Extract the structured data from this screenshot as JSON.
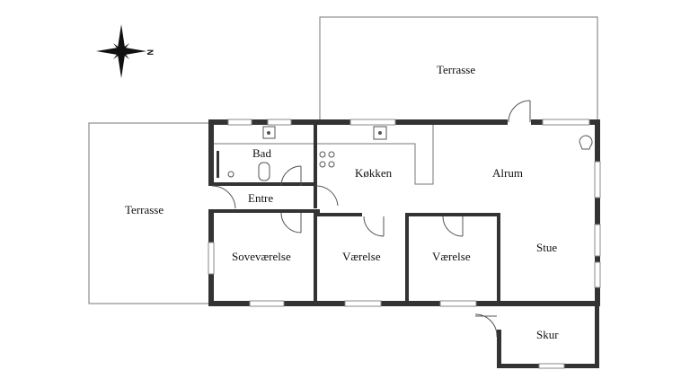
{
  "plan": {
    "rooms": {
      "terrasse_top": "Terrasse",
      "terrasse_left": "Terrasse",
      "bad": "Bad",
      "entre": "Entre",
      "kokken": "Køkken",
      "alrum": "Alrum",
      "stue": "Stue",
      "sovevaerelse": "Soveværelse",
      "vaerelse_1": "Værelse",
      "vaerelse_2": "Værelse",
      "skur": "Skur"
    },
    "compass": {
      "label": "N",
      "icon": "compass-rose-icon"
    }
  }
}
